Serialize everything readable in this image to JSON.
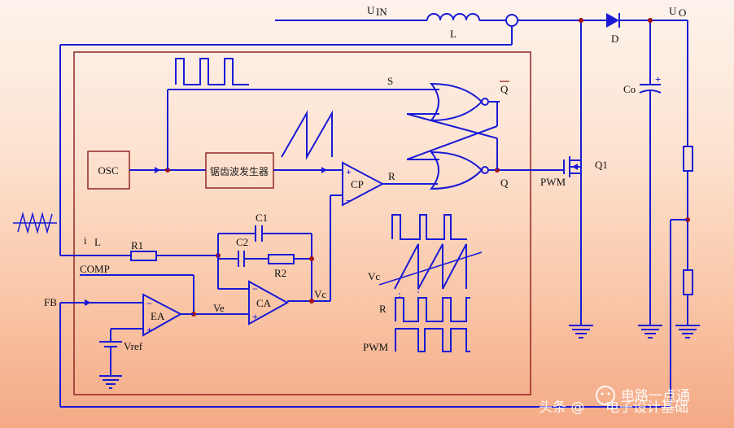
{
  "labels": {
    "uin_main": "U",
    "uin_sub": "IN",
    "inductor": "L",
    "diode": "D",
    "uo_main": "U",
    "uo_sub": "O",
    "co": "Co",
    "s": "S",
    "q_bar": "Q",
    "q": "Q",
    "r": "R",
    "osc": "OSC",
    "sawtooth_gen": "锯齿波发生器",
    "cp": "CP",
    "q1": "Q1",
    "pwm": "PWM",
    "c1": "C1",
    "c2": "C2",
    "r1": "R1",
    "r2": "R2",
    "il_main": "i",
    "il_sub": "L",
    "comp": "COMP",
    "fb": "FB",
    "ea": "EA",
    "ca": "CA",
    "ve": "Ve",
    "vc": "Vc",
    "vref": "Vref",
    "wave_vc": "Vc",
    "wave_r": "R",
    "wave_pwm": "PWM",
    "plus": "+",
    "minus": "−"
  },
  "watermark": {
    "prefix": "头条 @",
    "brand": "电路一点通",
    "overlay": "电子设计基础"
  },
  "colors": {
    "wire": "#1a1ad6",
    "block_outline": "#8b1a1a",
    "node": "#a51111"
  }
}
